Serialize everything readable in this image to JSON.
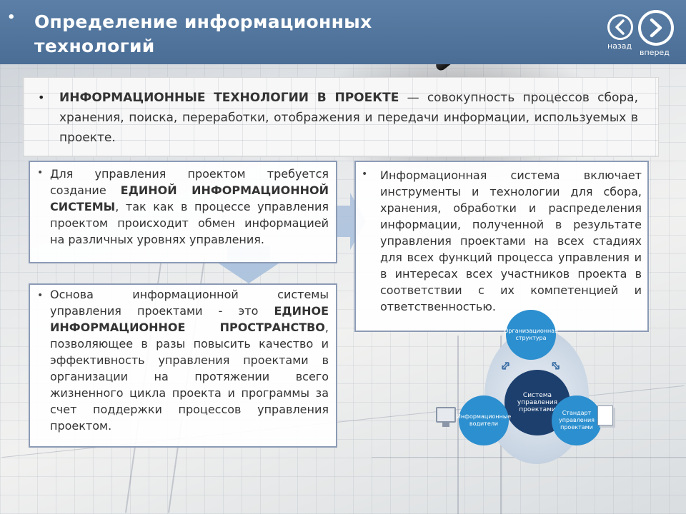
{
  "header": {
    "bullet": "•",
    "title": "Определение информационных технологий",
    "nav_back_label": "назад",
    "nav_forward_label": "вперед"
  },
  "definition": {
    "bullet": "•",
    "term": "ИНФОРМАЦИОННЫЕ ТЕХНОЛОГИИ В ПРОЕКТЕ",
    "text": " — совокупность процессов сбора, хранения, поиска, переработки, отображения и передачи информации, используемых в проекте."
  },
  "card1": {
    "bullet": "•",
    "text_before": "Для управления проектом требуется создание ",
    "bold": "ЕДИНОЙ ИНФОРМАЦИОННОЙ СИСТЕМЫ",
    "text_after": ", так как в процессе управления проектом происходит обмен информацией на различных уровнях управления."
  },
  "card2": {
    "bullet": "•",
    "text_before": "Основа информационной системы управления проектами - это ",
    "bold": "ЕДИНОЕ ИНФОРМАЦИОННОЕ ПРОСТРАНСТВО",
    "text_after": ", позволяющее в разы повысить качество и эффективность управления проектами в организации на протяжении всего жизненного цикла проекта и программы за счет поддержки процессов управления проектом."
  },
  "card3": {
    "bullet": "•",
    "text": "Информационная система включает инструменты и технологии для сбора, хранения, обработки и распределения информации, полученной в результате управления проектами на всех стадиях для всех функций процесса управления и в интересах всех участников проекта в соответствии с их компетенцией и ответственностью."
  },
  "diagram": {
    "center": "Система управления проектами",
    "top": "Организационная структура",
    "left": "Информационные водители",
    "right": "Стандарт управления проектами"
  },
  "colors": {
    "header": "#4f7299",
    "card_border": "#8c9bb5",
    "circle_blue": "#2c8fcf",
    "circle_dark": "#1c3f6e"
  }
}
